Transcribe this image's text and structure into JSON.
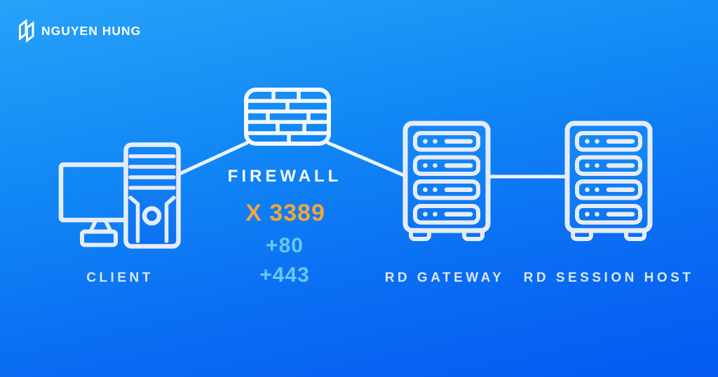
{
  "brand": {
    "name": "NGUYEN HUNG",
    "logo_icon": "nguyen-hung-monogram-icon"
  },
  "diagram": {
    "type": "network-topology",
    "title": "RD Gateway firewall port diagram",
    "nodes": [
      {
        "id": "client",
        "label": "CLIENT",
        "icon": "desktop-computer-icon"
      },
      {
        "id": "firewall",
        "label": "FIREWALL",
        "icon": "firewall-brick-wall-icon",
        "ports": [
          {
            "text": "X 3389",
            "color": "#F0A63C"
          },
          {
            "text": "+80",
            "color": "#6AC8F3"
          },
          {
            "text": "+443",
            "color": "#6AC8F3"
          }
        ]
      },
      {
        "id": "rd-gateway",
        "label": "RD GATEWAY",
        "icon": "server-rack-icon"
      },
      {
        "id": "rd-session-host",
        "label": "RD SESSION HOST",
        "icon": "server-rack-icon"
      }
    ],
    "connections": [
      {
        "from": "client",
        "to": "firewall"
      },
      {
        "from": "firewall",
        "to": "rd-gateway"
      },
      {
        "from": "rd-gateway",
        "to": "rd-session-host"
      }
    ]
  },
  "colors": {
    "background_top": "#27A2F8",
    "background_bottom": "#045AF2",
    "icon_stroke": "#E6ECF6",
    "firewall_stroke": "#F4F8FD",
    "connection_line": "#ECF3FB",
    "label_text": "#DCE7F4",
    "blocked_port_text": "#F0A63C",
    "open_port_text": "#6AC8F3"
  }
}
